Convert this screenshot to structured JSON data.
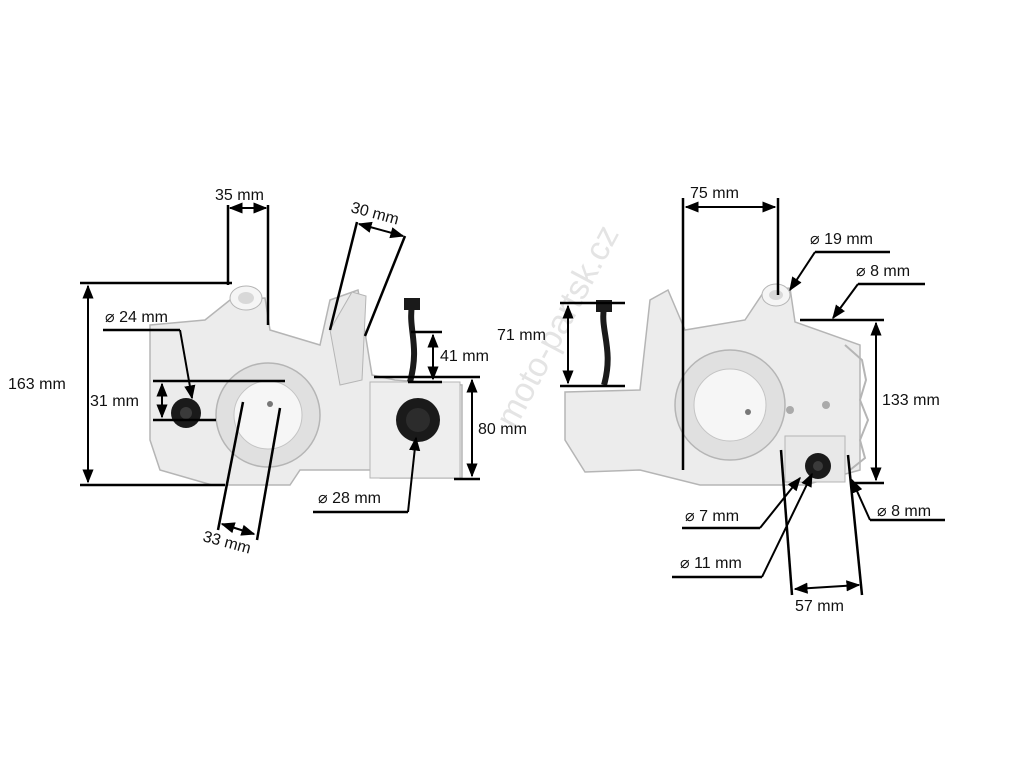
{
  "watermark": "moto-partsk.cz",
  "left_view": {
    "dims": {
      "d35": "35 mm",
      "d30": "30 mm",
      "d24": "⌀ 24 mm",
      "d163": "163 mm",
      "d31": "31 mm",
      "d41": "41 mm",
      "d80": "80 mm",
      "d28": "⌀ 28 mm",
      "d33": "33 mm"
    }
  },
  "right_view": {
    "dims": {
      "d75": "75 mm",
      "d19": "⌀ 19 mm",
      "d8top": "⌀ 8 mm",
      "d71": "71 mm",
      "d133": "133 mm",
      "d7": "⌀ 7 mm",
      "d8bot": "⌀ 8 mm",
      "d11": "⌀ 11 mm",
      "d57": "57 mm"
    }
  },
  "colors": {
    "part_fill": "#ececec",
    "part_stroke": "#b5b5b5",
    "dark": "#1a1a1a",
    "line": "#000000"
  }
}
